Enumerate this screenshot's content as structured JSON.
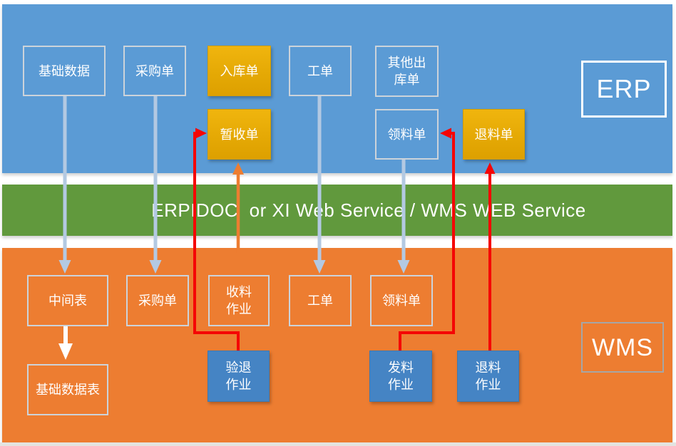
{
  "diagram_title": "ERP WMS integration diagram",
  "colors": {
    "erp_band": "#5b9bd5",
    "middleware_band": "#61993d",
    "wms_band": "#ed7d31",
    "gold_box": "#e5a905",
    "blue_box": "#4584c4",
    "red_arrow": "#f50505",
    "light_blue_arrow": "#b3c9e2",
    "white_arrow": "#ffffff",
    "orange_arrow": "#ed7d31"
  },
  "erp": {
    "label": "ERP",
    "boxes": {
      "basic_data": "基础数据",
      "purchase_order": "采购单",
      "inbound_order": "入库单",
      "work_order": "工单",
      "other_outbound_order": "其他出\n库单",
      "temp_receipt": "暂收单",
      "material_requisition": "领料单",
      "material_return": "退料单"
    }
  },
  "middleware": {
    "label": "ERPIDOC  or XI Web Service / WMS WEB Service"
  },
  "wms": {
    "label": "WMS",
    "boxes": {
      "middle_table": "中间表",
      "purchase_order": "采购单",
      "receiving_job": "收料\n作业",
      "work_order": "工单",
      "material_requisition": "领料单",
      "basic_data_table": "基础数据表",
      "inspection_return_job": "验退\n作业",
      "issuing_job": "发料\n作业",
      "return_job": "退料\n作业"
    }
  }
}
